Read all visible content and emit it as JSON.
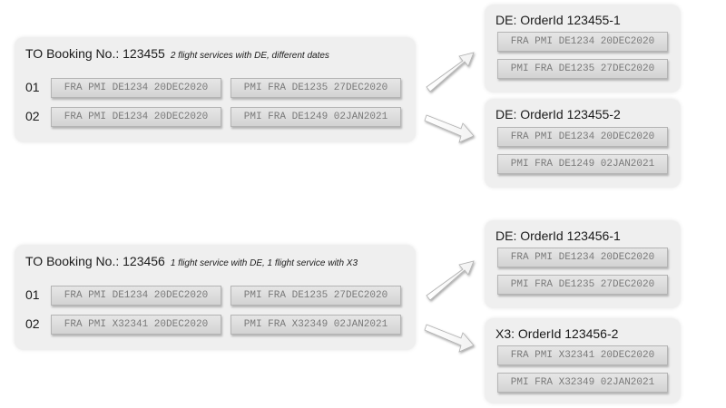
{
  "bookings": [
    {
      "title": "TO Booking No.: 123455",
      "note": "2 flight services with DE, different dates",
      "rows": [
        {
          "num": "01",
          "segments": [
            "FRA PMI DE1234 20DEC2020",
            "PMI FRA DE1235 27DEC2020"
          ]
        },
        {
          "num": "02",
          "segments": [
            "FRA PMI DE1234 20DEC2020",
            "PMI FRA DE1249 02JAN2021"
          ]
        }
      ]
    },
    {
      "title": "TO Booking No.: 123456",
      "note": "1 flight service with DE, 1 flight service with X3",
      "rows": [
        {
          "num": "01",
          "segments": [
            "FRA PMI DE1234 20DEC2020",
            "PMI FRA DE1235 27DEC2020"
          ]
        },
        {
          "num": "02",
          "segments": [
            "FRA PMI X32341 20DEC2020",
            "PMI FRA X32349 02JAN2021"
          ]
        }
      ]
    }
  ],
  "orders": [
    {
      "title": "DE: OrderId 123455-1",
      "segments": [
        "FRA PMI DE1234 20DEC2020",
        "PMI FRA DE1235 27DEC2020"
      ]
    },
    {
      "title": "DE: OrderId 123455-2",
      "segments": [
        "FRA PMI DE1234 20DEC2020",
        "PMI FRA DE1249 02JAN2021"
      ]
    },
    {
      "title": "DE: OrderId 123456-1",
      "segments": [
        "FRA PMI DE1234 20DEC2020",
        "PMI FRA DE1235 27DEC2020"
      ]
    },
    {
      "title": "X3: OrderId 123456-2",
      "segments": [
        "FRA PMI X32341 20DEC2020",
        "PMI FRA X32349 02JAN2021"
      ]
    }
  ]
}
